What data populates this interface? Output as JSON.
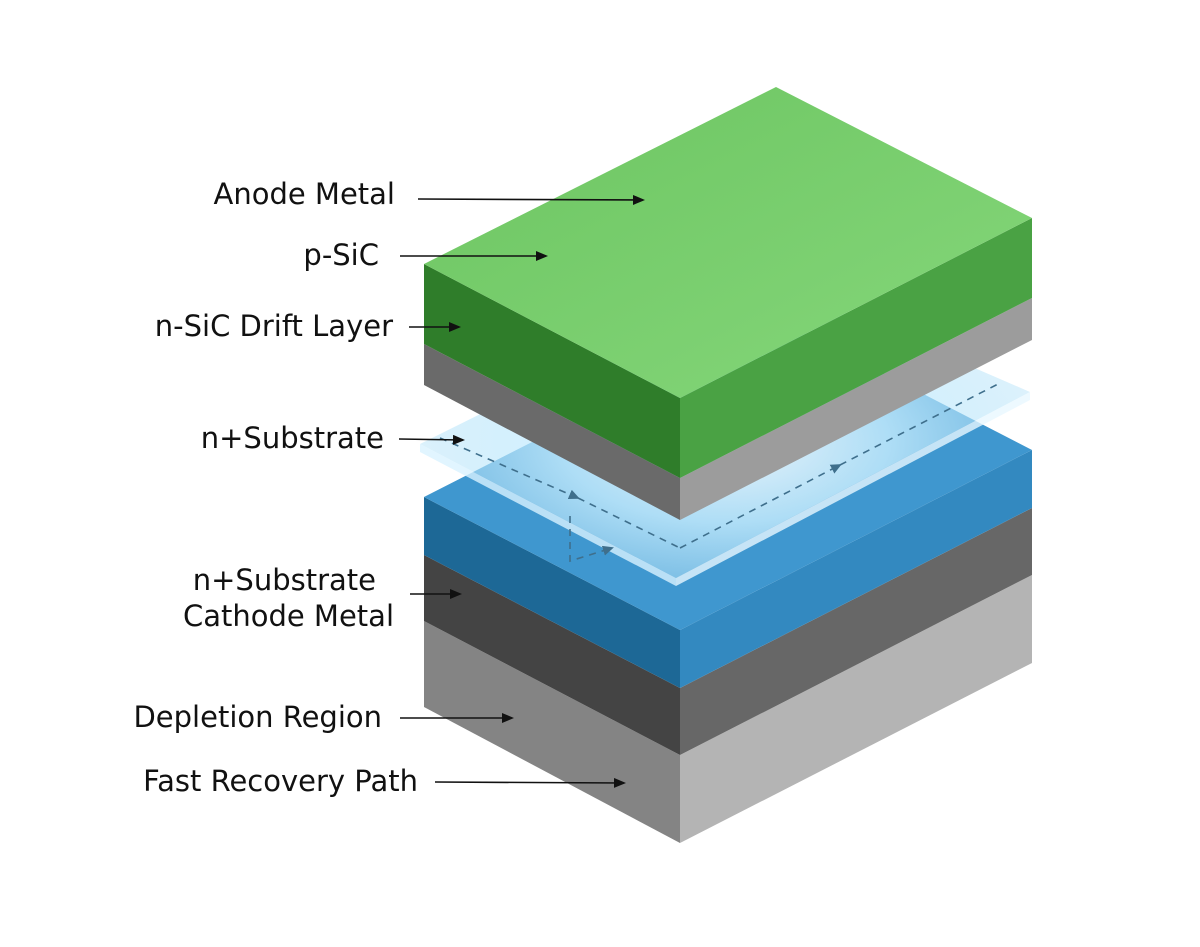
{
  "labels": {
    "anode_metal": "Anode Metal",
    "p_sic": "p-SiC",
    "n_sic_drift": "n-SiC Drift Layer",
    "n_plus_substrate": "n+Substrate",
    "n_plus_substrate_cathode_line1": "n+Substrate",
    "n_plus_substrate_cathode_line2": "Cathode Metal",
    "depletion_region": "Depletion Region",
    "fast_recovery_path": "Fast Recovery Path"
  },
  "colors": {
    "green_top": "#7bcf6f",
    "green_front": "#2f7d2a",
    "green_right": "#4aa244",
    "gray_mid_front": "#6a6a6a",
    "gray_mid_right": "#9c9c9c",
    "glow": "#bfeaff",
    "blue_top": "#3f97cf",
    "blue_front": "#1d6896",
    "blue_right": "#3389c0",
    "dark_front": "#444444",
    "dark_right": "#666666",
    "base_front": "#848484",
    "base_right": "#b4b4b4",
    "flow_line": "#3f6f8c",
    "text": "#111111"
  }
}
